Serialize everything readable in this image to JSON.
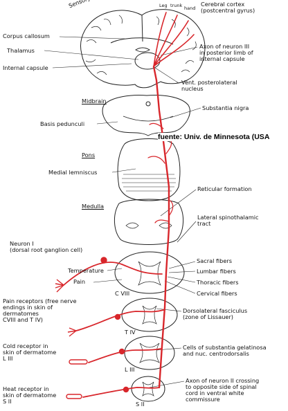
{
  "source_note": "fuente: Univ. de Minnesota (USA",
  "labels": {
    "sensory_cortex": "Sensory cortex",
    "leg": "Leg",
    "trunk": "trunk",
    "hand": "hand",
    "cerebral_cortex": [
      "Cerebral cortex",
      "(postcentral gyrus)"
    ],
    "corpus_callosum": "Corpus callosum",
    "thalamus": "Thalamus",
    "internal_capsule": "Internal capsule",
    "axon_neuron_3": [
      "Axon of neuron III",
      "in posterior limb of",
      "internal capsule"
    ],
    "vent_posterolateral": [
      "Vent. posterolateral",
      "nucleus"
    ],
    "midbrain": "Midbrain",
    "substantia_nigra": "Substantia nigra",
    "basis_pedunculi": "Basis pedunculi",
    "pons": "Pons",
    "medial_lemniscus": "Medial lemniscus",
    "reticular_formation": "Reticular formation",
    "medulla": "Medulla",
    "lateral_spinothalamic": [
      "Lateral spinothalamic",
      "tract"
    ],
    "neuron_1": [
      "Neuron I",
      "(dorsal root ganglion cell)"
    ],
    "sacral_fibers": "Sacral fibers",
    "temperature": "Temperature",
    "lumbar_fibers": "Lumbar fibers",
    "pain": "Pain",
    "thoracic_fibers": "Thoracic fibers",
    "c_viii_a": "C VIII",
    "cervical_fibers": "Cervical fibers",
    "pain_receptors": [
      "Pain receptors (free nerve",
      "endings in skin of",
      "dermatomes",
      "CVIII and T IV)"
    ],
    "dorsolateral_fasciculus": [
      "Dorsolateral fasciculus",
      "(zone of Lissauer)"
    ],
    "t_iv": "T IV",
    "cold_receptor": [
      "Cold receptor in",
      "skin of dermatome",
      "L III"
    ],
    "substantia_gelatinosa": [
      "Cells of substantia gelatinosa",
      "and nuc. centrodorsalis"
    ],
    "l_iii": "L III",
    "heat_receptor": [
      "Heat receptor in",
      "skin of dermatome",
      "S II"
    ],
    "axon_neuron_2": [
      "Axon of neuron II crossing",
      "to opposite side of spinal",
      "cord in ventral white",
      "commissure"
    ],
    "s_ii": "S II"
  },
  "colors": {
    "pathway": "#d8262b",
    "outline": "#222222",
    "background": "#ffffff"
  }
}
